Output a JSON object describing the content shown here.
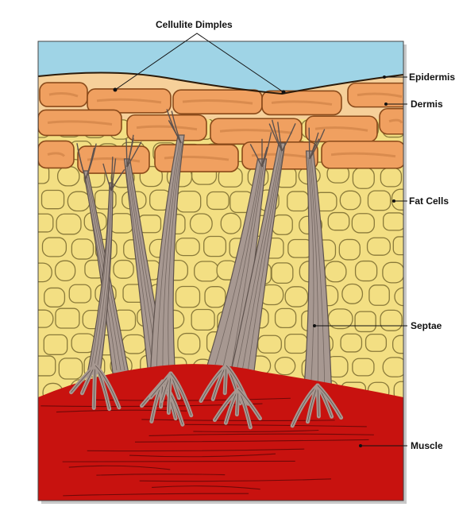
{
  "labels": {
    "cellulite_dimples": "Cellulite Dimples",
    "epidermis": "Epidermis",
    "dermis": "Dermis",
    "fat_cells": "Fat Cells",
    "septae": "Septae",
    "muscle": "Muscle"
  },
  "colors": {
    "sky": "#9fd4e6",
    "epidermis": "#f6d09a",
    "dermis": "#f0a060",
    "dermis_outline": "#8a4a1a",
    "fat": "#f3df83",
    "fat_line": "#8a7a3a",
    "septae": "#a79891",
    "septae_dark": "#5e524d",
    "muscle": "#c8120f",
    "muscle_line": "#5a0606"
  }
}
